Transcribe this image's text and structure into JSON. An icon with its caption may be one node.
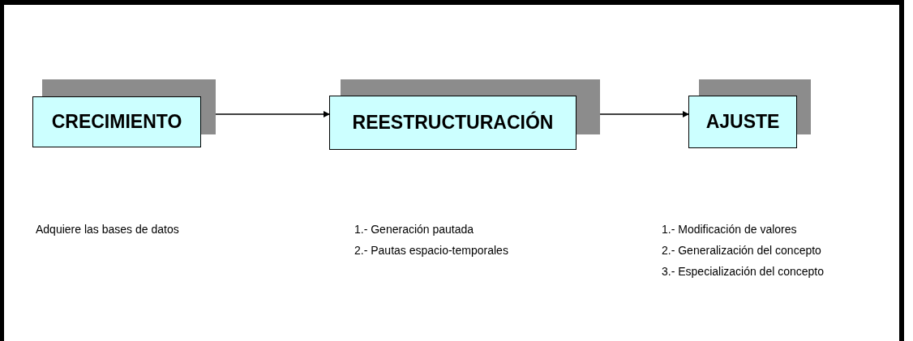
{
  "diagram": {
    "nodes": [
      {
        "text": [
          "CRECIMIENTO"
        ]
      },
      {
        "text": [
          "REESTRUCTURACIÓN"
        ]
      },
      {
        "text": [
          "AJUSTE"
        ]
      }
    ],
    "edges": [
      {
        "from": 0,
        "to": 1,
        "arrow": "to"
      },
      {
        "from": 1,
        "to": 2,
        "arrow": "to"
      }
    ],
    "labels": [
      "Adquiere las bases de datos",
      "1.- Generación pautada",
      "2.- Pautas espacio-temporales",
      "1.- Modificación de valores",
      "2.- Generalización del concepto",
      "3.- Especialización del concepto"
    ]
  }
}
